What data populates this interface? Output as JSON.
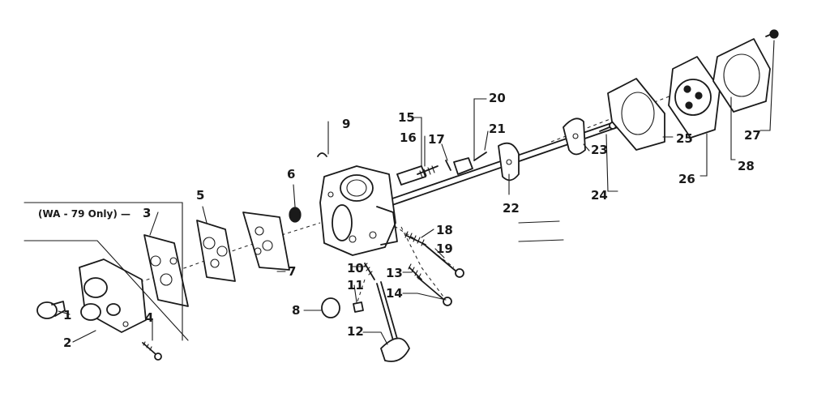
{
  "diagram": {
    "note": "(WA - 79 Only) —",
    "callouts": {
      "c1": "1",
      "c2": "2",
      "c3": "3",
      "c4": "4",
      "c5": "5",
      "c6": "6",
      "c7": "7",
      "c8": "8",
      "c9": "9",
      "c10": "10",
      "c11": "11",
      "c12": "12",
      "c13": "13",
      "c14": "14",
      "c15": "15",
      "c16": "16",
      "c17": "17",
      "c18": "18",
      "c19": "19",
      "c20": "20",
      "c21": "21",
      "c22": "22",
      "c23": "23",
      "c24": "24",
      "c25": "25",
      "c26": "26",
      "c27": "27",
      "c28": "28"
    }
  }
}
